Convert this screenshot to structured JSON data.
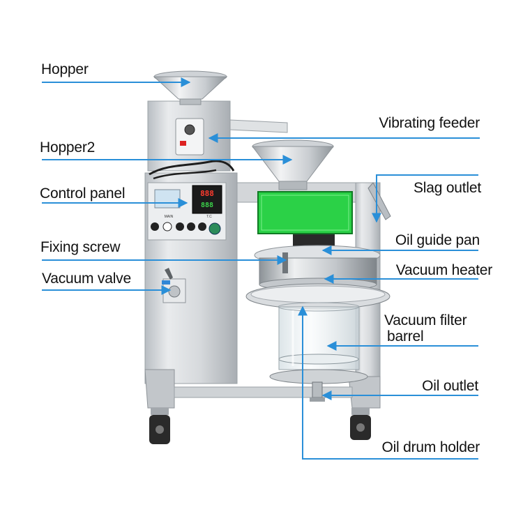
{
  "labels": {
    "hopper": "Hopper",
    "vibrating_feeder": "Vibrating feeder",
    "hopper2": "Hopper2",
    "slag_outlet": "Slag outlet",
    "control_panel": "Control panel",
    "oil_guide_pan": "Oil guide pan",
    "fixing_screw": "Fixing screw",
    "vacuum_heater": "Vacuum heater",
    "vacuum_valve": "Vacuum valve",
    "vacuum_filter_barrel_1": "Vacuum filter",
    "vacuum_filter_barrel_2": "barrel",
    "oil_outlet": "Oil outlet",
    "oil_drum_holder": "Oil drum holder"
  },
  "panel_text": {
    "display_top": "888",
    "display_bottom": "888",
    "panel_caption": "MAIN",
    "temp_caption": "T.C"
  },
  "colors": {
    "arrow": "#2a8fd8",
    "steel_light": "#e6e8ea",
    "steel_mid": "#c4c8cc",
    "steel_dark": "#8e9499",
    "green_screen": "#22c43a",
    "display_red": "#ff3b2e"
  }
}
